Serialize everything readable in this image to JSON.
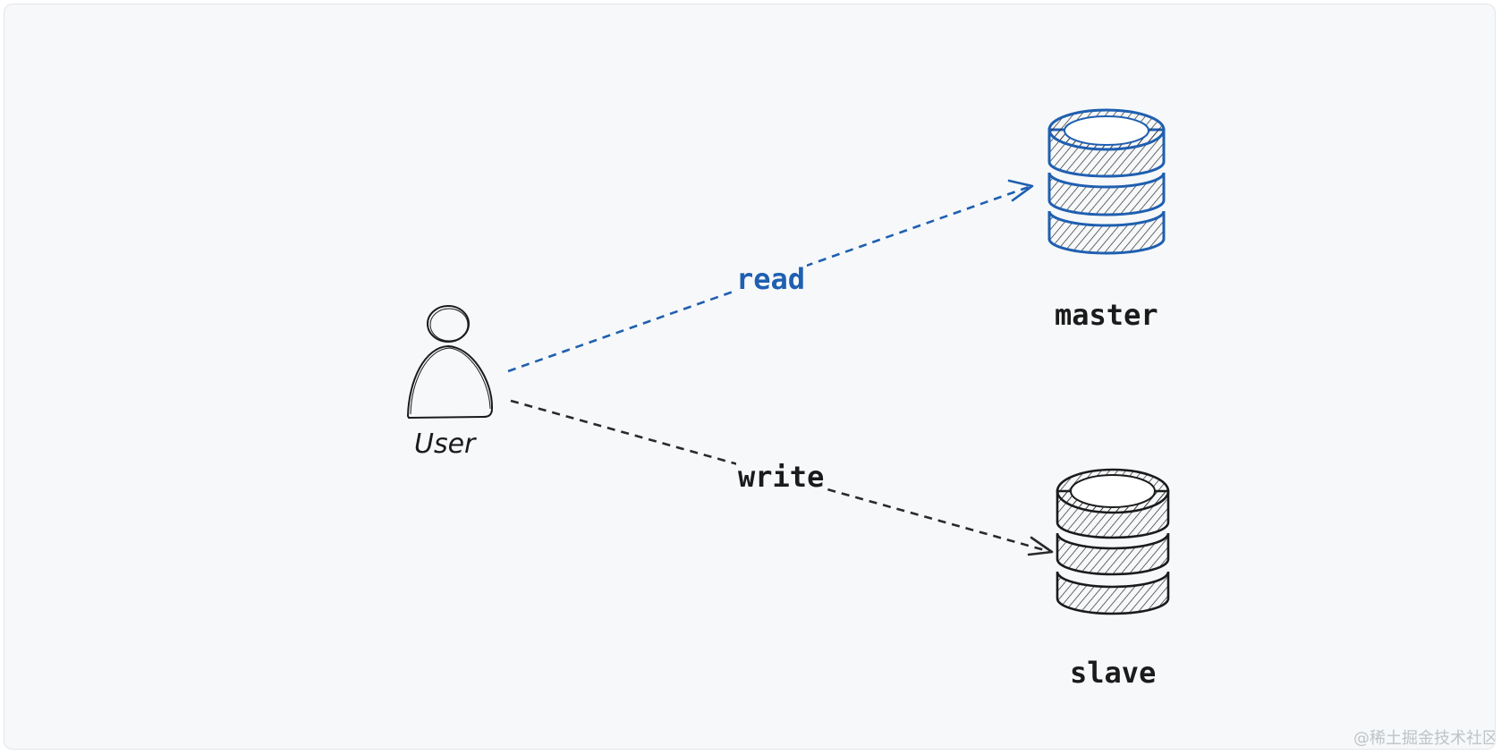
{
  "colors": {
    "background": "#f6f8fa",
    "read_accent": "#1f5fb0",
    "write_accent": "#2a2a2a",
    "ink": "#1b1b1b"
  },
  "nodes": {
    "user": {
      "label": "User",
      "icon": "user-icon"
    },
    "master": {
      "label": "master",
      "icon": "database-icon"
    },
    "slave": {
      "label": "slave",
      "icon": "database-icon"
    }
  },
  "edges": {
    "read": {
      "label": "read",
      "from": "user",
      "to": "master",
      "style": "dashed"
    },
    "write": {
      "label": "write",
      "from": "user",
      "to": "slave",
      "style": "dashed"
    }
  },
  "watermark": "@稀土掘金技术社区"
}
